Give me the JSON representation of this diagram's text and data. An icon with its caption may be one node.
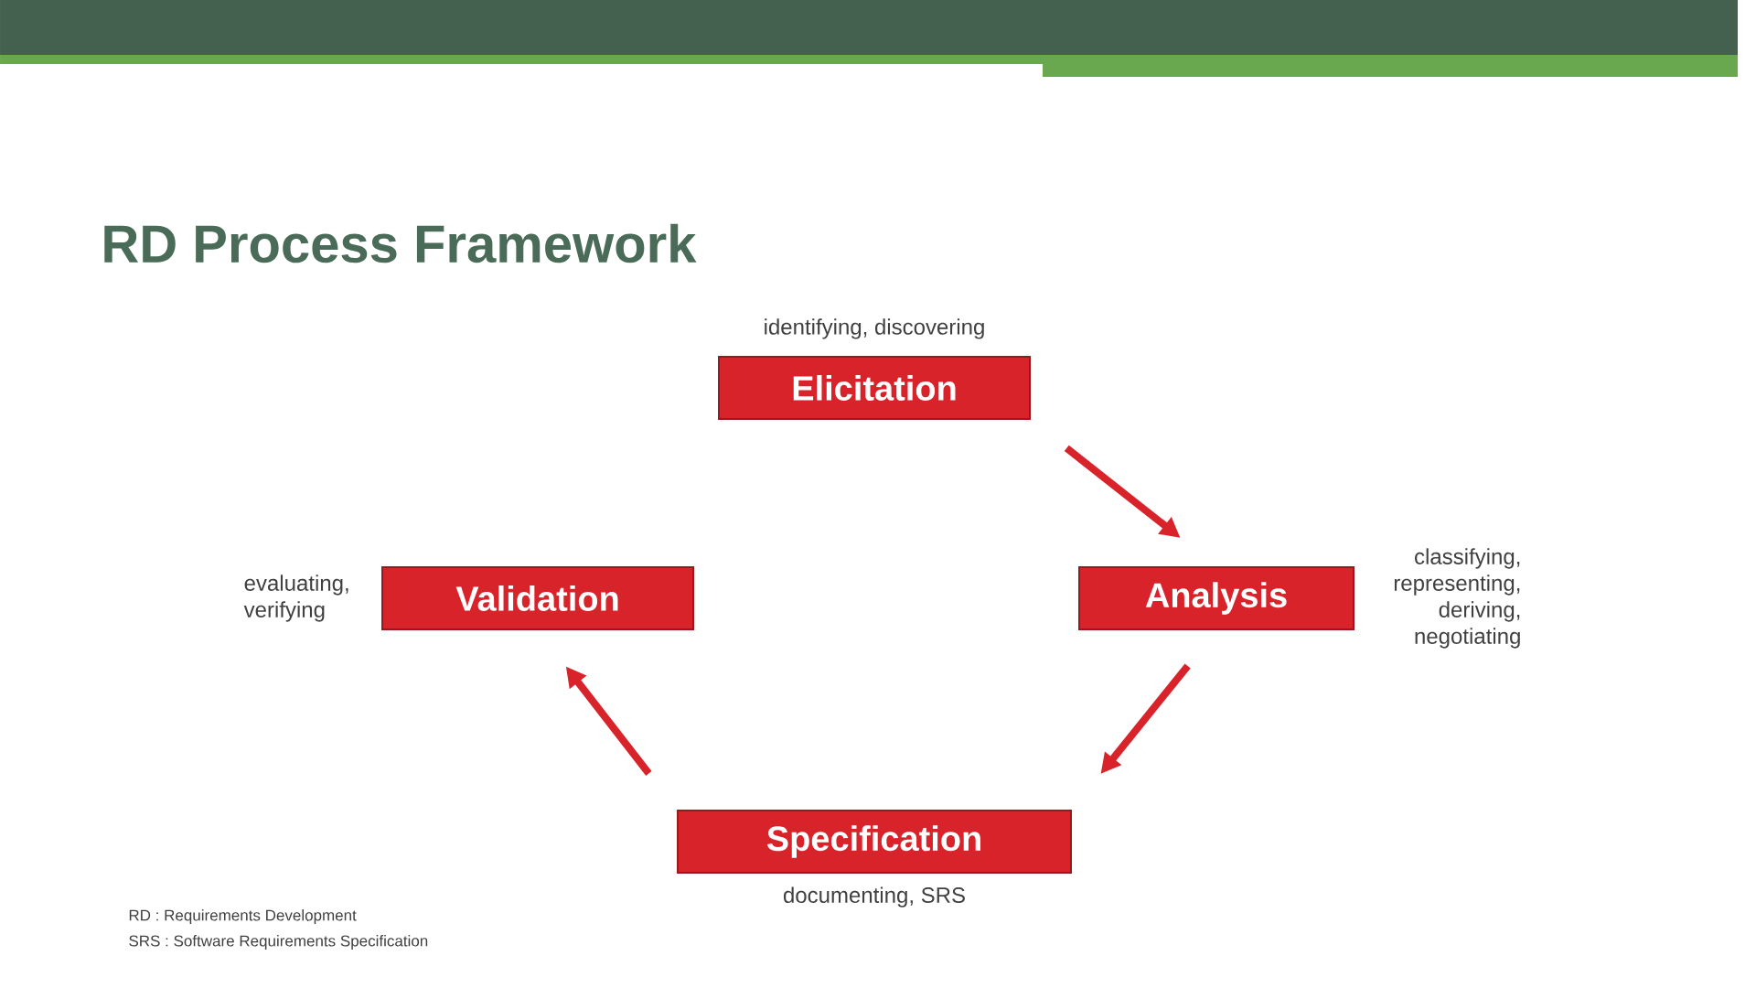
{
  "diagram": {
    "title": "RD Process Framework",
    "nodes": [
      {
        "text": [
          "Elicitation"
        ],
        "beside": [
          "identifying, discovering"
        ]
      },
      {
        "text": [
          "Analysis"
        ],
        "beside": [
          "classifying, representing, deriving, negotiating"
        ]
      },
      {
        "text": [
          "Validation"
        ],
        "beside": [
          "evaluating, verifying"
        ]
      },
      {
        "text": [
          "Specification"
        ],
        "beside": [
          "documenting, SRS"
        ]
      }
    ],
    "edges": [
      {
        "from": 0,
        "to": 1,
        "arrow": "to"
      },
      {
        "from": 1,
        "to": 3,
        "arrow": "to"
      },
      {
        "from": 3,
        "to": 2,
        "arrow": "to"
      }
    ],
    "labels": [
      "RD : Requirements Development",
      "SRS : Software Requirements Specification"
    ]
  }
}
